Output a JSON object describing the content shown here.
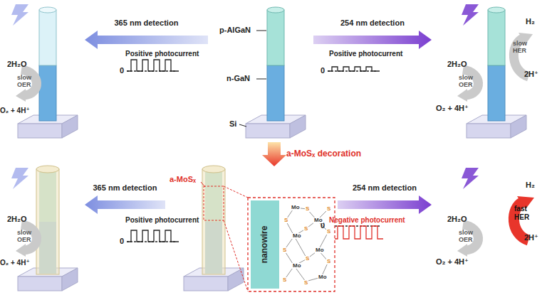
{
  "diagram": {
    "nodes": [
      {
        "text": [
          "2H₂O",
          "slow OER",
          "O₂ + 4H⁺"
        ]
      },
      {
        "text": [
          "p-AlGaN",
          "n-GaN",
          "Si"
        ]
      },
      {
        "text": [
          "H₂",
          "slow HER",
          "2H⁺",
          "2H₂O",
          "slow OER",
          "O₂ + 4H⁺"
        ]
      },
      {
        "text": [
          "2H₂O",
          "slow OER",
          "O₂ + 4H⁺"
        ]
      },
      {
        "text": [
          "a-MoSₓ"
        ]
      },
      {
        "text": [
          "nanowire"
        ]
      },
      {
        "text": [
          "H₂",
          "fast HER",
          "2H⁺",
          "2H₂O",
          "slow OER",
          "O₂ + 4H⁺"
        ]
      }
    ],
    "edges": [
      {
        "from": 1,
        "to": 0,
        "arrow": "to",
        "label": "365 nm detection"
      },
      {
        "from": 1,
        "to": 2,
        "arrow": "to",
        "label": "254 nm detection"
      },
      {
        "from": 1,
        "to": 4,
        "arrow": "to",
        "label": "a-MoSₓ decoration"
      },
      {
        "from": 4,
        "to": 3,
        "arrow": "to",
        "label": "365 nm detection"
      },
      {
        "from": 5,
        "to": 6,
        "arrow": "to",
        "label": "254 nm detection"
      }
    ],
    "labels": [
      "Positive photocurrent",
      "0",
      "Positive photocurrent",
      "0",
      "Positive photocurrent",
      "0",
      "Negative photocurrent",
      "0",
      "Mo",
      "Mo",
      "Mo",
      "Mo",
      "Mo",
      "Mo",
      "S",
      "S",
      "S",
      "S",
      "S",
      "S",
      "S",
      "S",
      "S",
      "S"
    ]
  }
}
